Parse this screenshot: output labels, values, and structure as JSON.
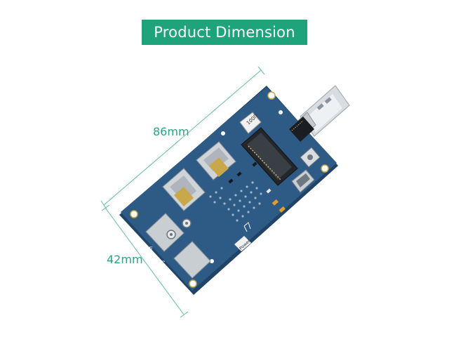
{
  "title": "Product Dimension",
  "dimensions": {
    "length": "86mm",
    "width": "42mm"
  },
  "board_markings": {
    "chip_label": "100Π",
    "sticker_label": "Power"
  },
  "colors": {
    "banner": "#1fa37a",
    "dimension_text": "#2aa583",
    "board": "#2e5b86",
    "board_edge": "#1f4467"
  }
}
